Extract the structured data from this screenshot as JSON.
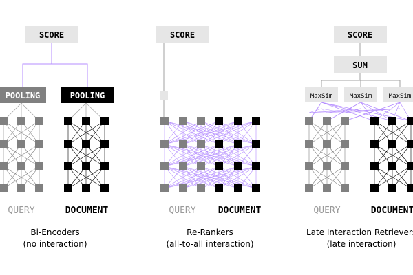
{
  "colors": {
    "gray": "#808080",
    "black": "#000000",
    "light_box": "#e6e6e6",
    "purple": "#b48cff",
    "line_gray": "#a0a0a0",
    "text_gray": "#9a9a9a"
  },
  "panels": [
    {
      "id": "bi-encoders",
      "score": "SCORE",
      "pooling_left": "POOLING",
      "pooling_right": "POOLING",
      "query": "QUERY",
      "document": "DOCUMENT",
      "caption_line1": "Bi-Encoders",
      "caption_line2": "(no interaction)"
    },
    {
      "id": "re-rankers",
      "score": "SCORE",
      "query": "QUERY",
      "document": "DOCUMENT",
      "caption_line1": "Re-Rankers",
      "caption_line2": "(all-to-all interaction)"
    },
    {
      "id": "late-interaction",
      "score": "SCORE",
      "sum": "SUM",
      "maxsim": [
        "MaxSim",
        "MaxSim",
        "MaxSim"
      ],
      "query": "QUERY",
      "document": "DOCUMENT",
      "caption_line1": "Late Interaction Retrievers",
      "caption_line2": "(late interaction)"
    }
  ]
}
